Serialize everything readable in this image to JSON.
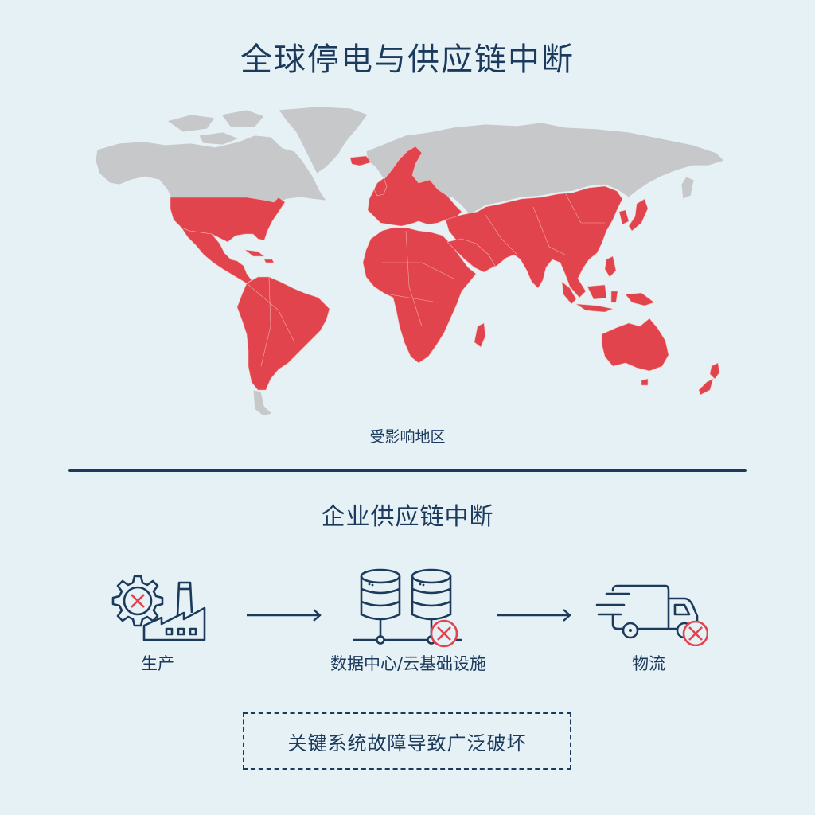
{
  "header": {
    "title": "全球停电与供应链中断"
  },
  "map": {
    "caption": "受影响地区",
    "colors": {
      "background": "#e6f1f6",
      "affected": "#e2444e",
      "unaffected": "#c6c8ca",
      "border": "#f2b8b0"
    },
    "affected_regions": [
      "United States",
      "Mexico",
      "Central America",
      "Caribbean",
      "South America",
      "Iceland",
      "Europe",
      "Africa",
      "Middle East",
      "Central Asia",
      "South Asia",
      "China",
      "Korea",
      "Japan",
      "Southeast Asia",
      "Indonesia",
      "Papua New Guinea",
      "Australia",
      "New Zealand",
      "Madagascar"
    ],
    "unaffected_regions": [
      "Canada",
      "Alaska",
      "Greenland",
      "Russia",
      "Kazakhstan",
      "Mongolia (partial)",
      "Southern Chile"
    ]
  },
  "section": {
    "title": "企业供应链中断"
  },
  "flow": {
    "nodes": [
      {
        "label": "生产",
        "icon": "factory-gear-error-icon"
      },
      {
        "label": "数据中心/云基础设施",
        "icon": "database-server-error-icon"
      },
      {
        "label": "物流",
        "icon": "delivery-truck-error-icon"
      }
    ],
    "status_color": "#e2444e"
  },
  "callout": {
    "text": "关键系统故障导致广泛破坏"
  }
}
